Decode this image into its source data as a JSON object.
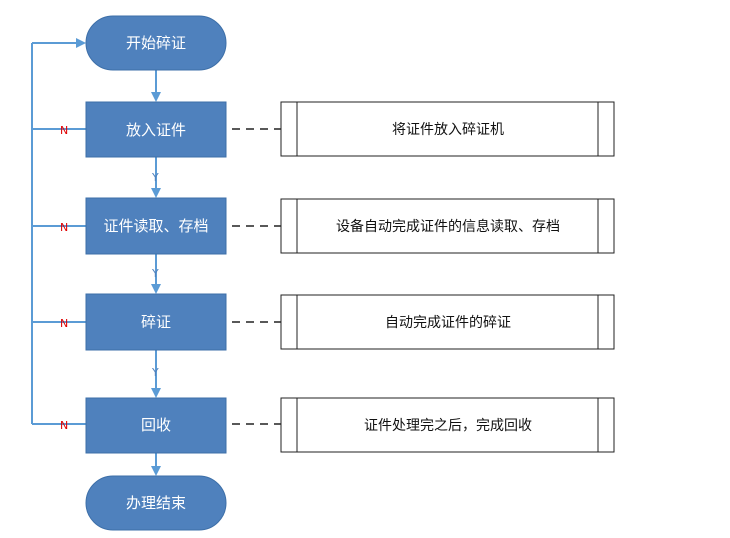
{
  "colors": {
    "node_fill": "#4f81bd",
    "node_stroke": "#3d6fa8",
    "arrow": "#5b9bd5",
    "dash": "#222222",
    "no_label": "#e00000",
    "yes_label": "#4f81bd"
  },
  "flow": {
    "start": "开始碎证",
    "end": "办理结束",
    "steps": [
      {
        "label": "放入证件",
        "description": "将证件放入碎证机"
      },
      {
        "label": "证件读取、存档",
        "description": "设备自动完成证件的信息读取、存档"
      },
      {
        "label": "碎证",
        "description": "自动完成证件的碎证"
      },
      {
        "label": "回收",
        "description": "证件处理完之后，完成回收"
      }
    ],
    "yes_label": "Y",
    "no_label": "N"
  }
}
